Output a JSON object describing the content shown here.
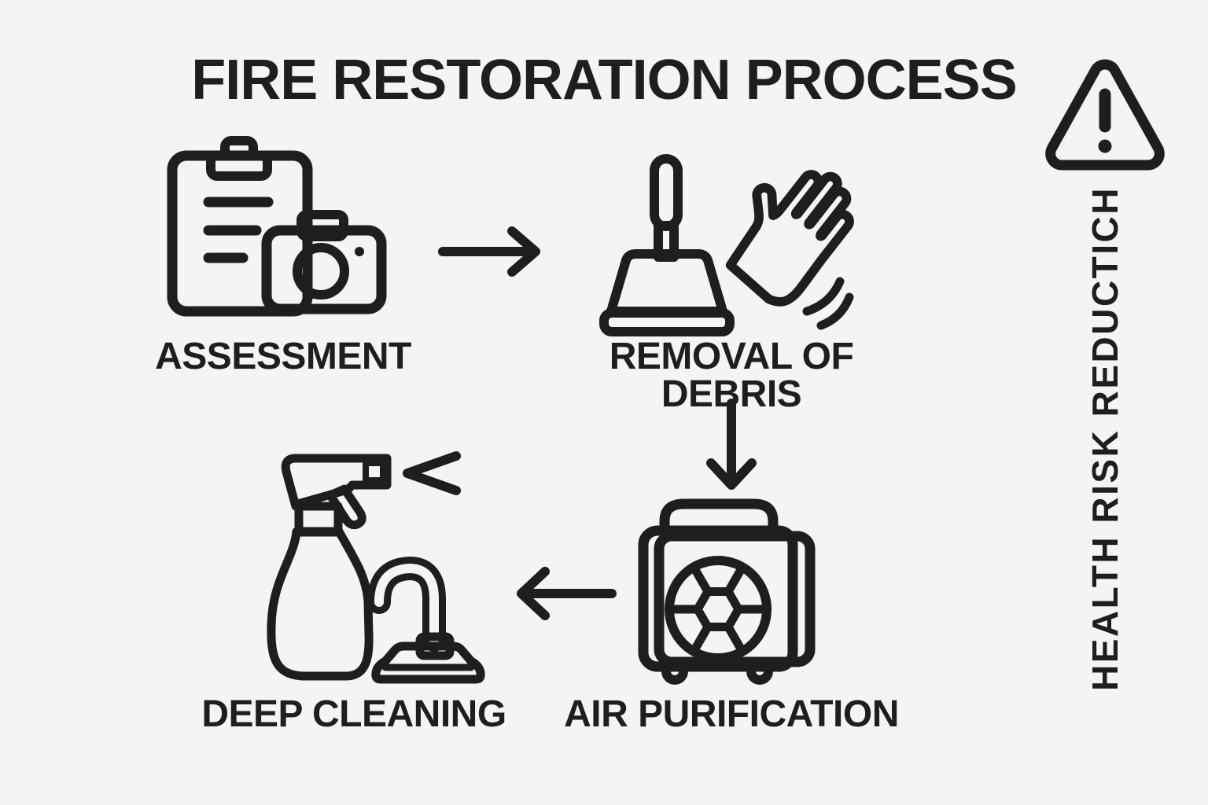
{
  "title": "FIRE RESTORATION PROCESS",
  "side_label": "HEALTH RISK REDUCTICH",
  "warning": {
    "icon": "warning-triangle-icon"
  },
  "steps": [
    {
      "id": "assessment",
      "label": "ASSESSMENT",
      "icon": "clipboard-camera-icon"
    },
    {
      "id": "removal-of-debris",
      "label": "REMOVAL OF DEBRIS",
      "icon": "plunger-glove-icon"
    },
    {
      "id": "air-purification",
      "label": "AIR PURIFICATION",
      "icon": "air-purifier-fan-icon"
    },
    {
      "id": "deep-cleaning",
      "label": "DEEP CLEANING",
      "icon": "spray-bottle-steam-cleaner-icon"
    }
  ],
  "arrows": [
    {
      "from": "ASSESSMENT",
      "to": "REMOVAL OF DEBRIS",
      "direction": "right"
    },
    {
      "from": "REMOVAL OF DEBRIS",
      "to": "AIR PURIFICATION",
      "direction": "down"
    },
    {
      "from": "AIR PURIFICATION",
      "to": "DEEP CLEANING",
      "direction": "left"
    }
  ],
  "colors": {
    "background": "#f5f4f2",
    "ink": "#1f1e1c",
    "light_fill": "#eeedeb"
  }
}
